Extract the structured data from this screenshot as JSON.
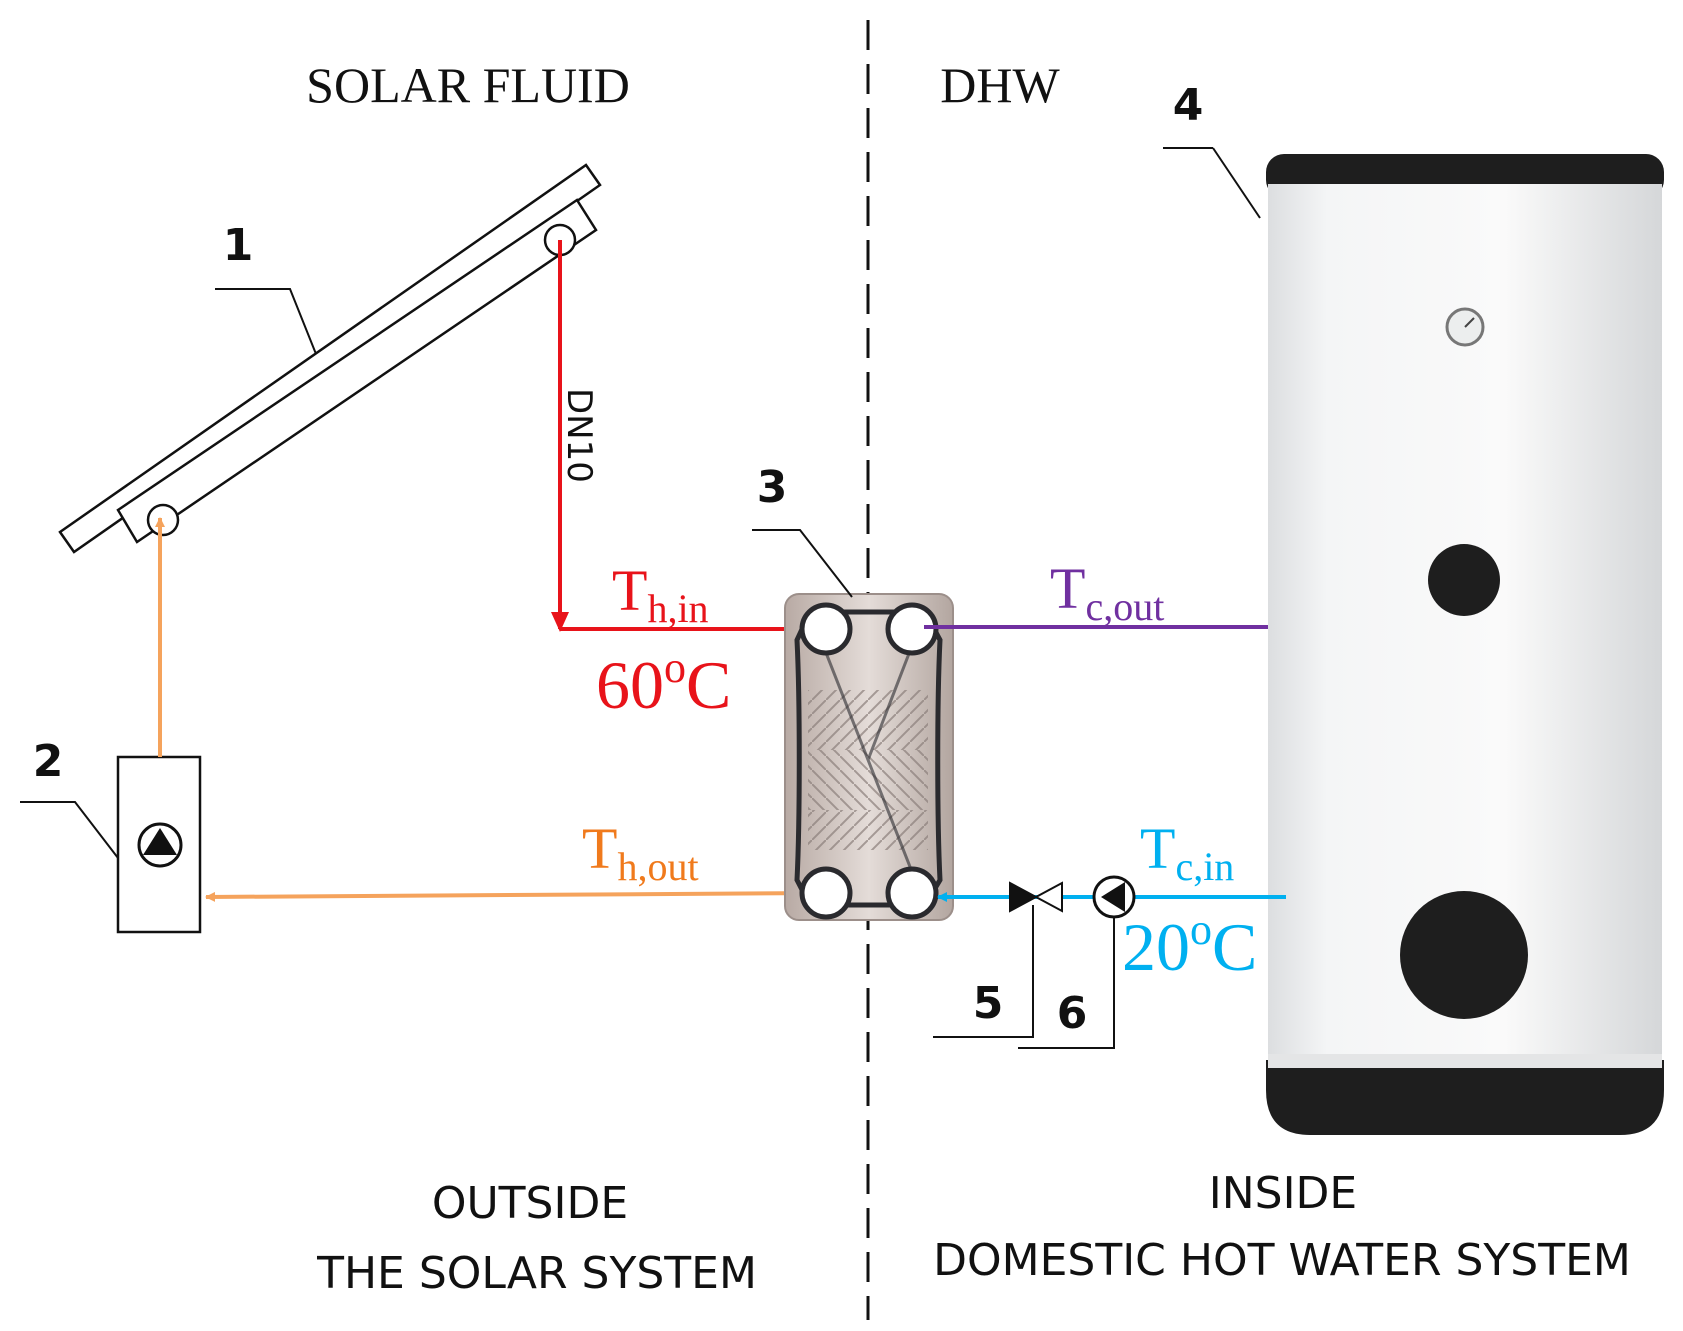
{
  "headers": {
    "left": "SOLAR FLUID",
    "right": "DHW"
  },
  "components": {
    "collector": "1",
    "pump_station": "2",
    "heat_exchanger": "3",
    "storage_tank": "4",
    "valve": "5",
    "pump": "6"
  },
  "pipe_label": "DN10",
  "temperatures": {
    "hot_in": {
      "symbol": "T",
      "subscript": "h,in",
      "value": "60",
      "degree": "o",
      "unit": "C"
    },
    "hot_out": {
      "symbol": "T",
      "subscript": "h,out"
    },
    "cold_out": {
      "symbol": "T",
      "subscript": "c,out"
    },
    "cold_in": {
      "symbol": "T",
      "subscript": "c,in",
      "value": "20",
      "degree": "o",
      "unit": "C"
    }
  },
  "footers": {
    "left_line1": "OUTSIDE",
    "left_line2": "THE SOLAR SYSTEM",
    "right_line1": "INSIDE",
    "right_line2": "DOMESTIC HOT WATER SYSTEM"
  },
  "colors": {
    "hot_supply": "#e8131a",
    "hot_return": "#f5a35c",
    "hot_return_text": "#f07a1c",
    "cold_out": "#7030a0",
    "cold_in": "#00b0f0",
    "tank_body": "#f2f3f4",
    "tank_cap": "#1e1e1e"
  }
}
